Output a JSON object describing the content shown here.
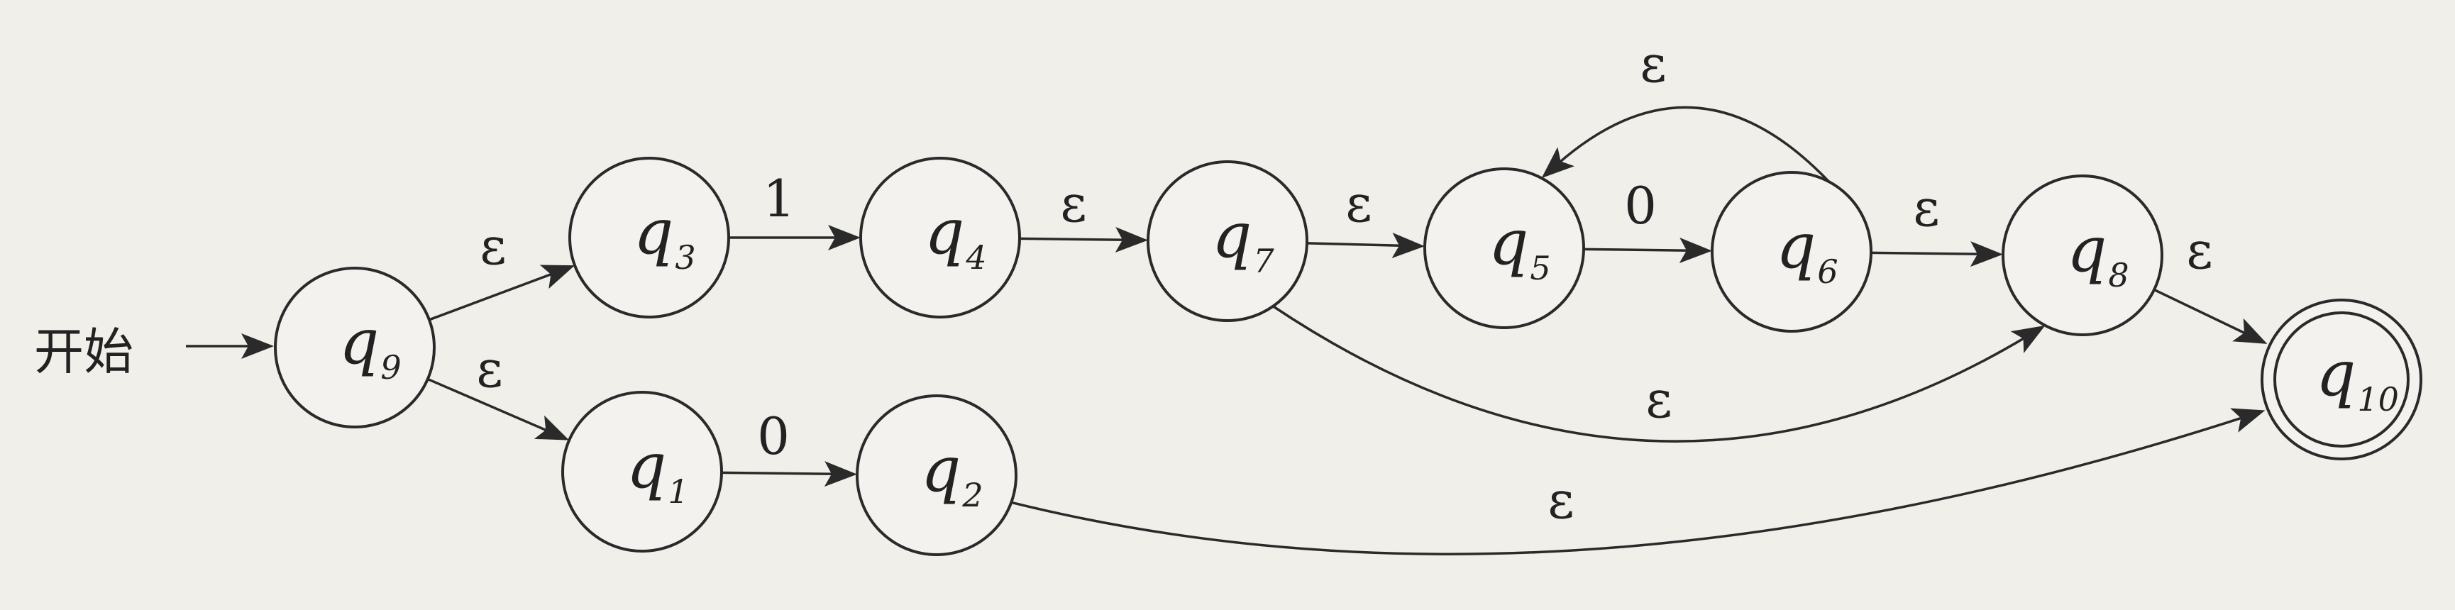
{
  "start_label": "开始",
  "states": [
    {
      "id": "q9",
      "name": "q",
      "sub": "9",
      "accept": false
    },
    {
      "id": "q3",
      "name": "q",
      "sub": "3",
      "accept": false
    },
    {
      "id": "q4",
      "name": "q",
      "sub": "4",
      "accept": false
    },
    {
      "id": "q7",
      "name": "q",
      "sub": "7",
      "accept": false
    },
    {
      "id": "q5",
      "name": "q",
      "sub": "5",
      "accept": false
    },
    {
      "id": "q6",
      "name": "q",
      "sub": "6",
      "accept": false
    },
    {
      "id": "q8",
      "name": "q",
      "sub": "8",
      "accept": false
    },
    {
      "id": "q1",
      "name": "q",
      "sub": "1",
      "accept": false
    },
    {
      "id": "q2",
      "name": "q",
      "sub": "2",
      "accept": false
    },
    {
      "id": "q10",
      "name": "q",
      "sub": "10",
      "accept": true
    }
  ],
  "transitions": [
    {
      "from": "q9",
      "to": "q3",
      "label": "ε"
    },
    {
      "from": "q9",
      "to": "q1",
      "label": "ε"
    },
    {
      "from": "q3",
      "to": "q4",
      "label": "1"
    },
    {
      "from": "q4",
      "to": "q7",
      "label": "ε"
    },
    {
      "from": "q7",
      "to": "q5",
      "label": "ε"
    },
    {
      "from": "q5",
      "to": "q6",
      "label": "0"
    },
    {
      "from": "q6",
      "to": "q5",
      "label": "ε"
    },
    {
      "from": "q6",
      "to": "q8",
      "label": "ε"
    },
    {
      "from": "q7",
      "to": "q8",
      "label": "ε"
    },
    {
      "from": "q8",
      "to": "q10",
      "label": "ε"
    },
    {
      "from": "q1",
      "to": "q2",
      "label": "0"
    },
    {
      "from": "q2",
      "to": "q10",
      "label": "ε"
    }
  ]
}
